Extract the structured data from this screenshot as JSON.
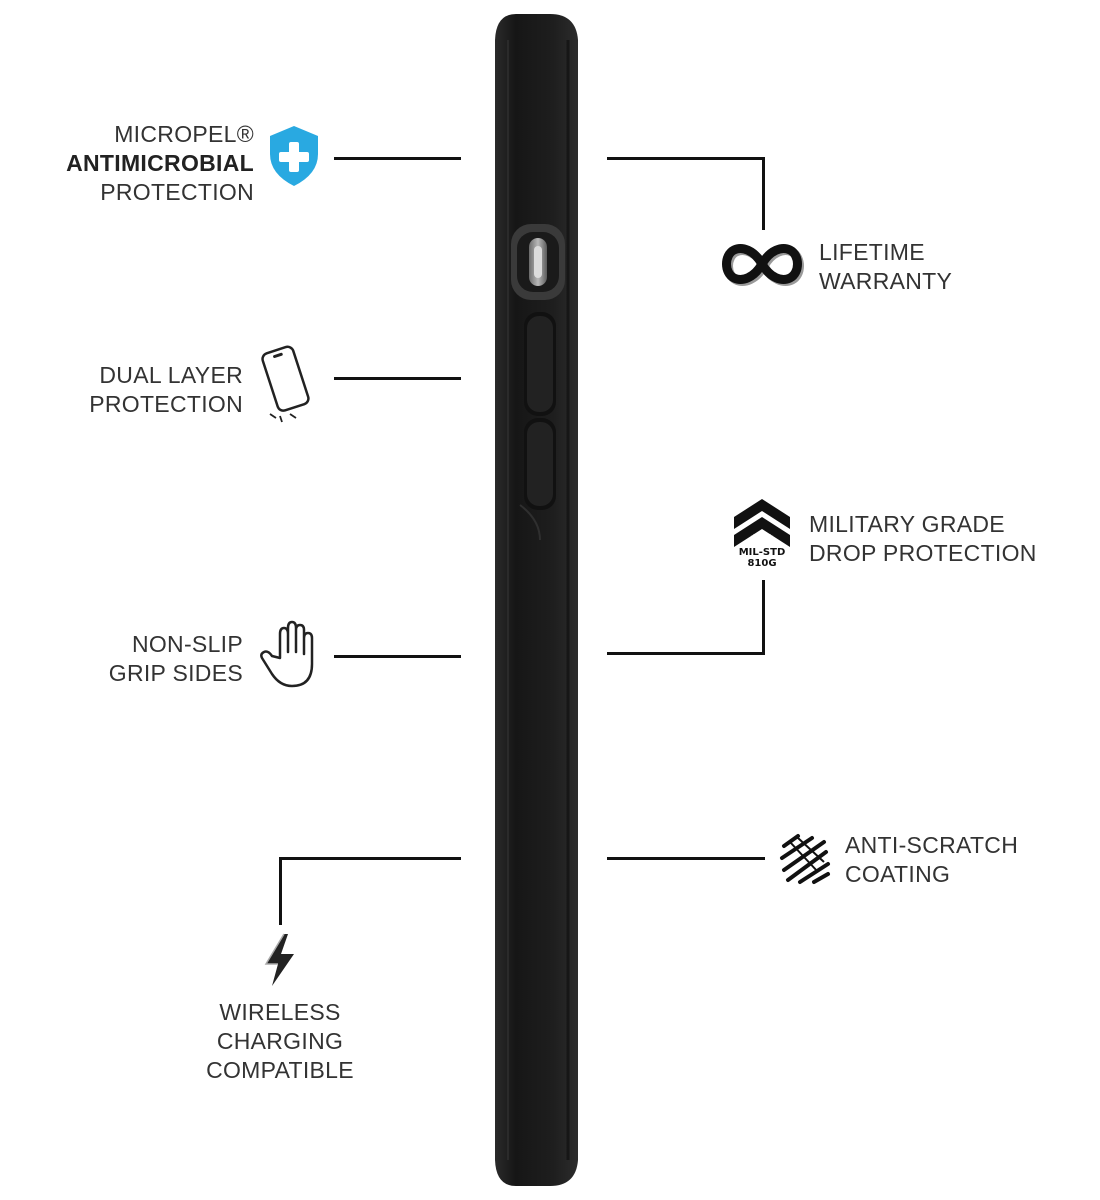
{
  "features": {
    "antimicrobial": {
      "line1": "MICROPEL®",
      "line2": "ANTIMICROBIAL",
      "line3": "PROTECTION",
      "icon": "shield-plus-icon",
      "icon_color": "#29a9e1"
    },
    "dual_layer": {
      "line1": "DUAL LAYER",
      "line2": "PROTECTION",
      "icon": "phone-drop-icon"
    },
    "non_slip": {
      "line1": "NON-SLIP",
      "line2": "GRIP SIDES",
      "icon": "hand-icon"
    },
    "wireless": {
      "line1": "WIRELESS",
      "line2": "CHARGING",
      "line3": "COMPATIBLE",
      "icon": "lightning-icon"
    },
    "warranty": {
      "line1": "LIFETIME",
      "line2": "WARRANTY",
      "icon": "infinity-icon"
    },
    "military": {
      "line1": "MILITARY GRADE",
      "line2": "DROP PROTECTION",
      "icon": "military-chevron-icon",
      "badge_line1": "MIL-STD",
      "badge_line2": "810G"
    },
    "anti_scratch": {
      "line1": "ANTI-SCRATCH",
      "line2": "COATING",
      "icon": "scratch-icon"
    }
  },
  "colors": {
    "case": "#1c1c1c",
    "accent": "#29a9e1",
    "lines": "#111111"
  }
}
